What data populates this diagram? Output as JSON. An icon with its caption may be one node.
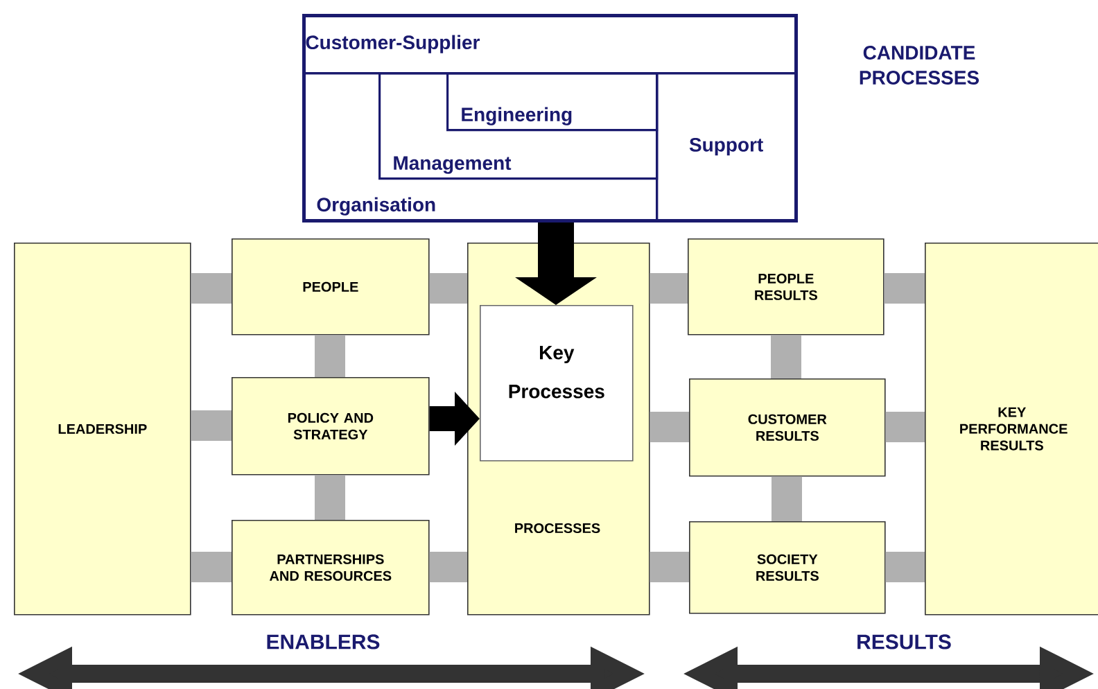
{
  "diagram": {
    "nodes": [
      {
        "text": [],
        "shape": "box"
      },
      {
        "text": [
          "Customer-Supplier"
        ],
        "in": 0
      },
      {
        "text": [
          "Organisation"
        ],
        "in": 0
      },
      {
        "text": [
          "Management"
        ],
        "in": 2
      },
      {
        "text": [
          "Engineering"
        ],
        "in": 3
      },
      {
        "text": [
          "Support"
        ],
        "in": 0
      },
      {
        "text": [
          "LEADERSHIP"
        ]
      },
      {
        "text": [
          "PEOPLE"
        ]
      },
      {
        "text": [
          "POLICY AND STRATEGY"
        ]
      },
      {
        "text": [
          "PARTNERSHIPS AND RESOURCES"
        ]
      },
      {
        "text": [
          "PROCESSES"
        ]
      },
      {
        "text": [
          "Key Processes"
        ],
        "in": 10
      },
      {
        "text": [
          "PEOPLE RESULTS"
        ]
      },
      {
        "text": [
          "CUSTOMER RESULTS"
        ]
      },
      {
        "text": [
          "SOCIETY RESULTS"
        ]
      },
      {
        "text": [
          "KEY PERFORMANCE RESULTS"
        ]
      }
    ],
    "edges": [
      {
        "from": 6,
        "to": 7,
        "arrow": "none"
      },
      {
        "from": 6,
        "to": 8,
        "arrow": "none"
      },
      {
        "from": 6,
        "to": 9,
        "arrow": "none"
      },
      {
        "from": 7,
        "to": 8,
        "arrow": "none"
      },
      {
        "from": 8,
        "to": 9,
        "arrow": "none"
      },
      {
        "from": 7,
        "to": 10,
        "arrow": "none"
      },
      {
        "from": 9,
        "to": 10,
        "arrow": "none"
      },
      {
        "from": 10,
        "to": 12,
        "arrow": "none"
      },
      {
        "from": 10,
        "to": 13,
        "arrow": "none"
      },
      {
        "from": 10,
        "to": 14,
        "arrow": "none"
      },
      {
        "from": 12,
        "to": 13,
        "arrow": "none"
      },
      {
        "from": 13,
        "to": 14,
        "arrow": "none"
      },
      {
        "from": 12,
        "to": 15,
        "arrow": "none"
      },
      {
        "from": 13,
        "to": 15,
        "arrow": "none"
      },
      {
        "from": 14,
        "to": 15,
        "arrow": "none"
      },
      {
        "from": 0,
        "to": 11,
        "arrow": "to",
        "color": "#000000"
      },
      {
        "from": 8,
        "to": 11,
        "arrow": "to",
        "color": "#000000"
      }
    ],
    "labels": [
      "CANDIDATE PROCESSES",
      "ENABLERS",
      "RESULTS"
    ]
  }
}
